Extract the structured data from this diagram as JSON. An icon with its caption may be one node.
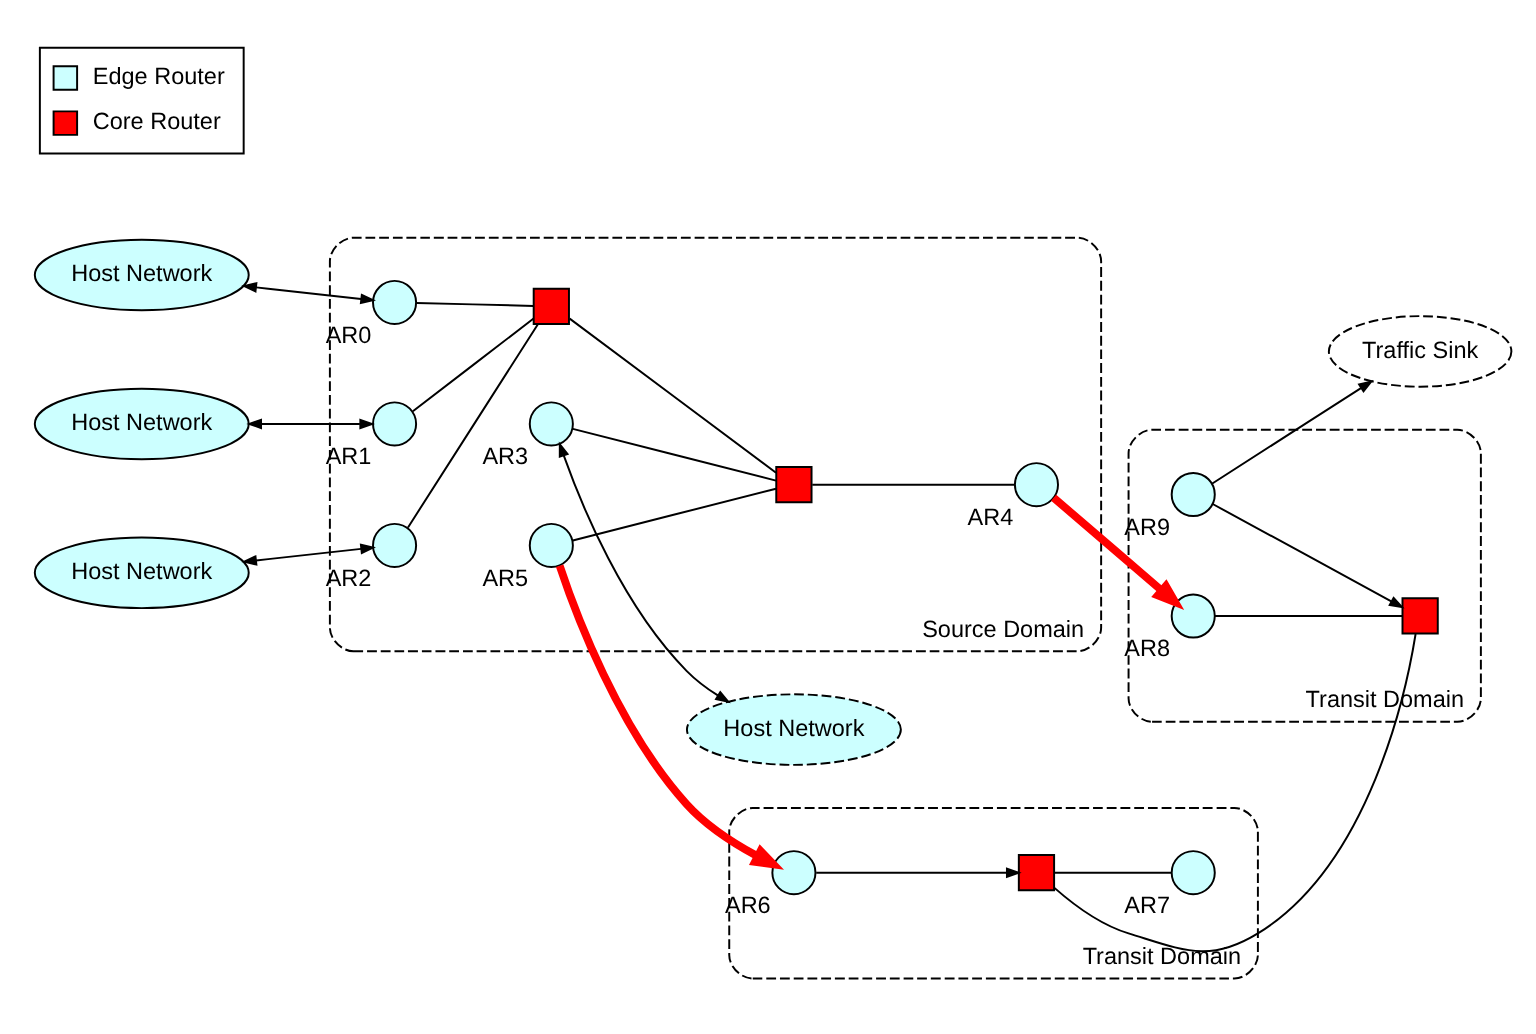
{
  "diagram": {
    "nodes": [
      {
        "text": [
          "Host Network"
        ]
      },
      {
        "text": [
          "Host Network"
        ]
      },
      {
        "text": [
          "Traffic Sink"
        ]
      },
      {
        "text": [
          "Source Domain"
        ]
      },
      {
        "text": [],
        "shape": "circle",
        "beside": [
          "AR0"
        ],
        "in": 3
      },
      {
        "text": [],
        "shape": "circle",
        "beside": [
          "AR3"
        ],
        "in": 3
      },
      {
        "text": [],
        "shape": "circle",
        "beside": [
          "AR1"
        ],
        "in": 3
      },
      {
        "text": [],
        "shape": "box",
        "in": 3
      },
      {
        "text": [],
        "shape": "box",
        "in": 3
      },
      {
        "text": [],
        "shape": "circle",
        "beside": [
          "AR4"
        ],
        "in": 3
      },
      {
        "text": [],
        "shape": "circle",
        "beside": [
          "AR2"
        ],
        "in": 3
      },
      {
        "text": [],
        "shape": "circle",
        "beside": [
          "AR5"
        ],
        "in": 3
      },
      {
        "text": [
          "Host Network"
        ]
      },
      {
        "text": [
          "Host Network"
        ]
      },
      {
        "text": [
          "Transit Domain"
        ]
      },
      {
        "text": [],
        "shape": "circle",
        "beside": [
          "AR9"
        ],
        "in": 14
      },
      {
        "text": [],
        "shape": "circle",
        "beside": [
          "AR8"
        ],
        "in": 14
      },
      {
        "text": [],
        "shape": "box",
        "in": 14
      },
      {
        "text": [
          "Transit Domain"
        ]
      },
      {
        "text": [],
        "shape": "circle",
        "beside": [
          "AR6"
        ],
        "in": 18
      },
      {
        "text": [],
        "shape": "box",
        "in": 18
      },
      {
        "text": [],
        "shape": "circle",
        "beside": [
          "AR7"
        ],
        "in": 18
      }
    ],
    "edges": [
      {
        "from": 0,
        "to": 4,
        "arrow": "both"
      },
      {
        "from": 5,
        "to": 1,
        "arrow": "both"
      },
      {
        "from": 12,
        "to": 6,
        "arrow": "both"
      },
      {
        "from": 13,
        "to": 10,
        "arrow": "both"
      },
      {
        "from": 4,
        "to": 7,
        "arrow": "none"
      },
      {
        "from": 6,
        "to": 7,
        "arrow": "none"
      },
      {
        "from": 10,
        "to": 7,
        "arrow": "none"
      },
      {
        "from": 7,
        "to": 8,
        "arrow": "none"
      },
      {
        "from": 5,
        "to": 8,
        "arrow": "none"
      },
      {
        "from": 11,
        "to": 8,
        "arrow": "none"
      },
      {
        "from": 8,
        "to": 9,
        "arrow": "none"
      },
      {
        "from": 9,
        "to": 16,
        "arrow": "to",
        "style": "thick",
        "color": "#ff0000"
      },
      {
        "from": 11,
        "to": 19,
        "arrow": "to",
        "style": "thick",
        "color": "#ff0000"
      },
      {
        "from": 16,
        "to": 17,
        "arrow": "none"
      },
      {
        "from": 15,
        "to": 17,
        "arrow": "to"
      },
      {
        "from": 15,
        "to": 2,
        "arrow": "to"
      },
      {
        "from": 19,
        "to": 20,
        "arrow": "to"
      },
      {
        "from": 20,
        "to": 21,
        "arrow": "none"
      },
      {
        "from": 20,
        "to": 17,
        "arrow": "none"
      }
    ],
    "legend": [
      {
        "text": "Edge Router"
      },
      {
        "text": "Core Router"
      }
    ]
  }
}
